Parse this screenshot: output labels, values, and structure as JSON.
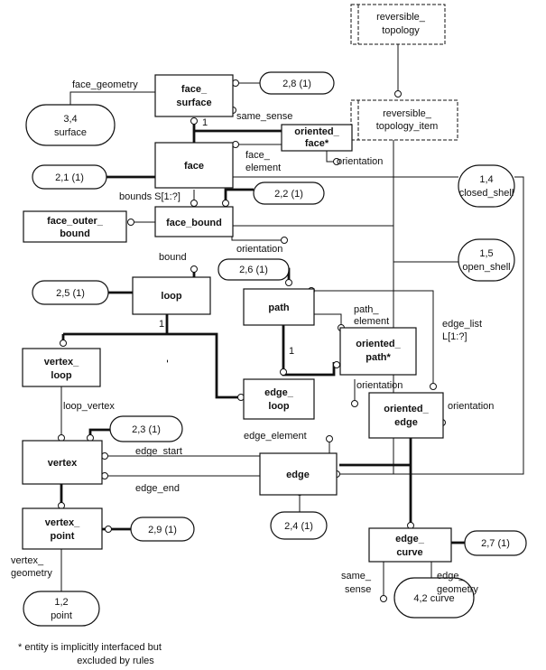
{
  "entities": {
    "reversible_topology": [
      "reversible_",
      "topology"
    ],
    "reversible_topology_item": [
      "reversible_",
      "topology_item"
    ],
    "face_surface": [
      "face_",
      "surface"
    ],
    "oriented_face": [
      "oriented_",
      "face*"
    ],
    "face": [
      "face"
    ],
    "face_outer_bound": [
      "face_outer_",
      "bound"
    ],
    "face_bound": [
      "face_bound"
    ],
    "loop": [
      "loop"
    ],
    "path": [
      "path"
    ],
    "oriented_path": [
      "oriented_",
      "path*"
    ],
    "vertex_loop": [
      "vertex_",
      "loop"
    ],
    "edge_loop": [
      "edge_",
      "loop"
    ],
    "oriented_edge": [
      "oriented_",
      "edge"
    ],
    "vertex": [
      "vertex"
    ],
    "edge": [
      "edge"
    ],
    "vertex_point": [
      "vertex_",
      "point"
    ],
    "edge_curve": [
      "edge_",
      "curve"
    ]
  },
  "references": {
    "surface": [
      "3,4",
      "surface"
    ],
    "fs_ref": [
      "2,8 (1)"
    ],
    "face_ref": [
      "2,1 (1)"
    ],
    "fb_ref": [
      "2,2 (1)"
    ],
    "closed_shell": [
      "1,4",
      "closed_shell"
    ],
    "open_shell": [
      "1,5",
      "open_shell"
    ],
    "loop_ref": [
      "2,5 (1)"
    ],
    "path_ref": [
      "2,6 (1)"
    ],
    "vertex_ref": [
      "2,3 (1)"
    ],
    "edge_ref": [
      "2,4 (1)"
    ],
    "vp_ref": [
      "2,9 (1)"
    ],
    "ec_ref": [
      "2,7 (1)"
    ],
    "point": [
      "1,2",
      "point"
    ],
    "curve": [
      "4,2 curve"
    ]
  },
  "labels": {
    "face_geometry": "face_geometry",
    "same_sense_fs": "same_sense",
    "one_face": "1",
    "face_element": [
      "face_",
      "element"
    ],
    "orientation_of": "orientation",
    "bounds": "bounds S[1:?]",
    "orientation_fb": "orientation",
    "bound": "bound",
    "one_loop": "1",
    "path_element": [
      "path_",
      "element"
    ],
    "one_path": "1",
    "edge_list": [
      "edge_list",
      "L[1:?]"
    ],
    "orientation_op": "orientation",
    "orientation_oe": "orientation",
    "loop_vertex": "loop_vertex",
    "edge_element": "edge_element",
    "edge_start": "edge_start",
    "edge_end": "edge_end",
    "vertex_geometry": [
      "vertex_",
      "geometry"
    ],
    "same_sense_ec": [
      "same_",
      "sense"
    ],
    "edge_geometry": [
      "edge_",
      "geometry"
    ]
  },
  "footnote": [
    "* entity is implicitly interfaced but",
    "excluded by rules"
  ]
}
